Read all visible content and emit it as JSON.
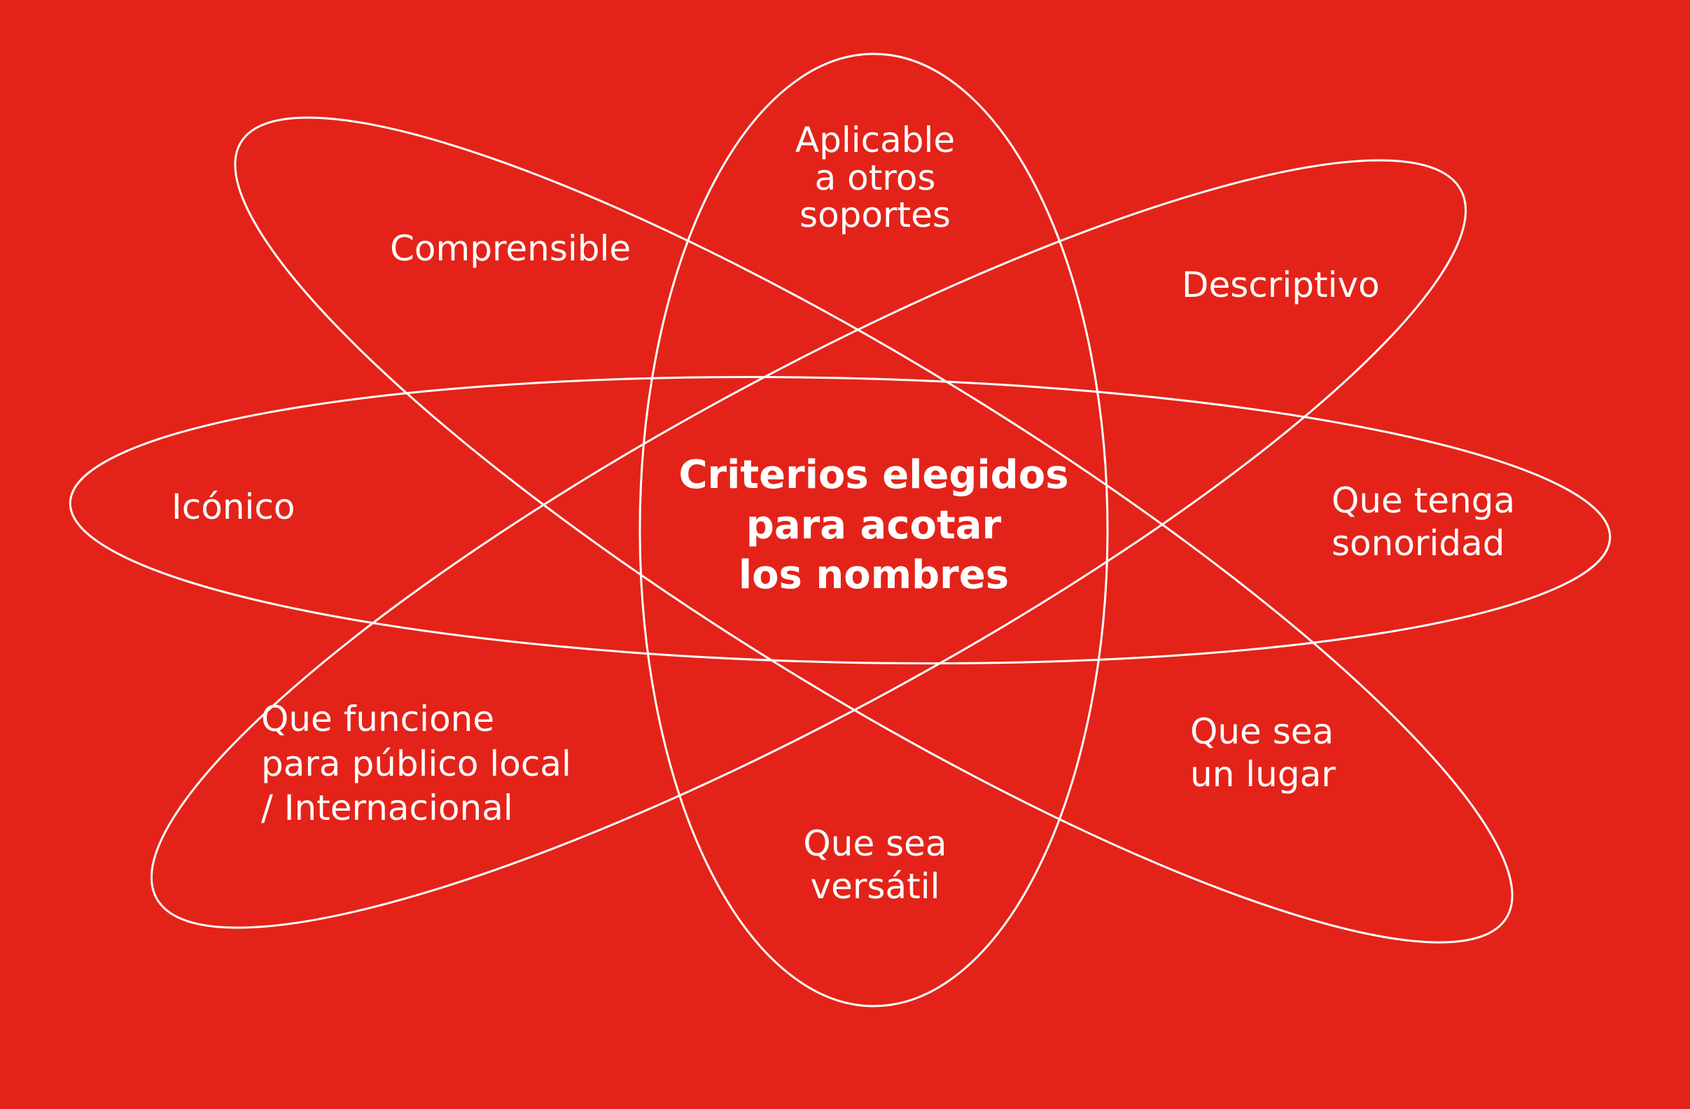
{
  "colors": {
    "background": "#e32319",
    "stroke": "#ffffff",
    "text": "#ffffff"
  },
  "center": {
    "title": "Criterios elegidos\npara acotar\nlos nombres"
  },
  "criteria": [
    {
      "id": "aplicable",
      "text": "Aplicable\na otros\nsoportes"
    },
    {
      "id": "comprensible",
      "text": "Comprensible"
    },
    {
      "id": "descriptivo",
      "text": "Descriptivo"
    },
    {
      "id": "iconico",
      "text": "Icónico"
    },
    {
      "id": "sonoridad",
      "text": "Que tenga\nsonoridad"
    },
    {
      "id": "publico",
      "text": "Que funcione\npara público local\n/ Internacional"
    },
    {
      "id": "lugar",
      "text": "Que sea\nun lugar"
    },
    {
      "id": "versatil",
      "text": "Que sea\nversátil"
    }
  ]
}
